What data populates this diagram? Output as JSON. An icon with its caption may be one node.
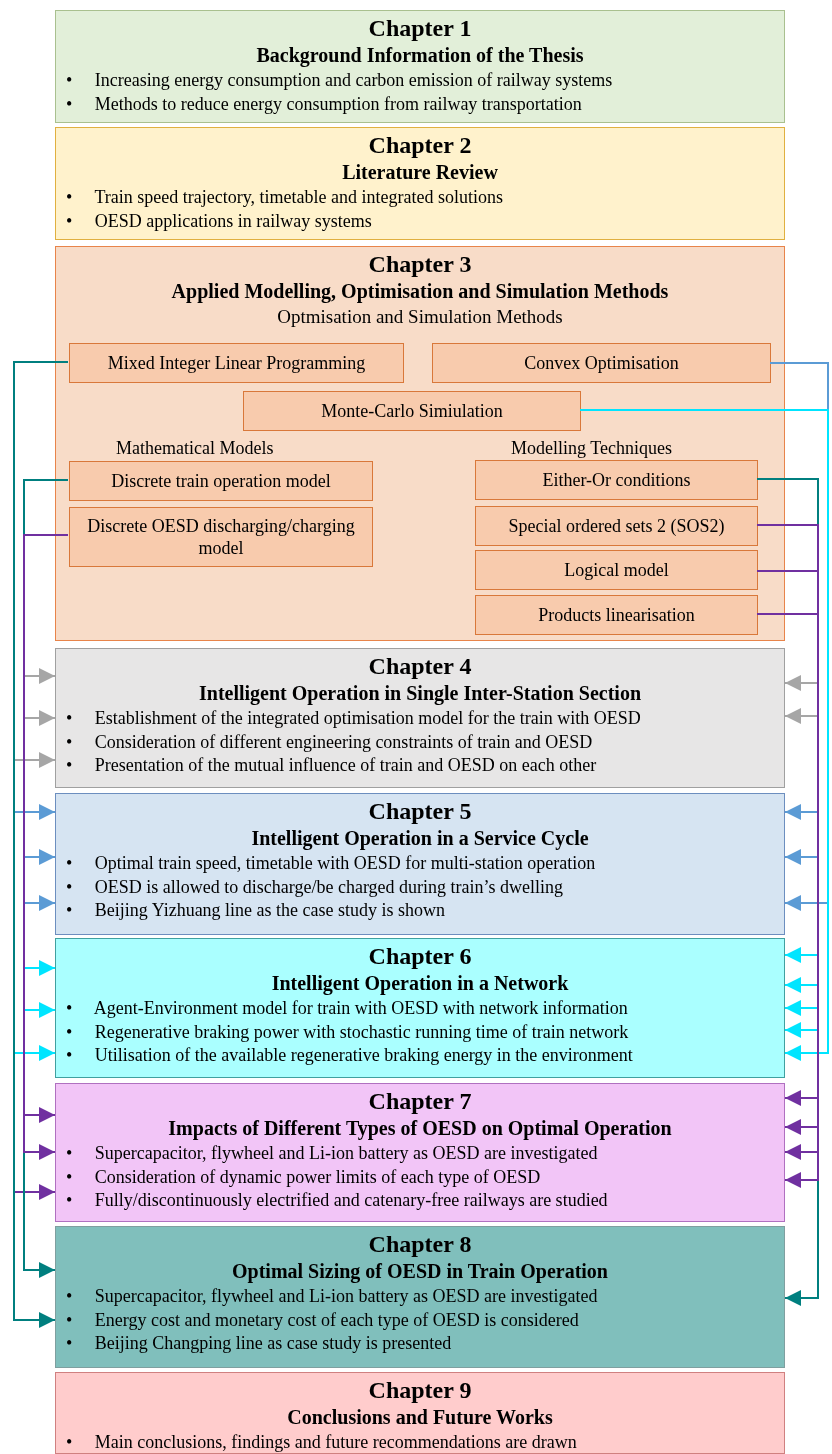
{
  "diagram": {
    "nodes": [
      {
        "text": [
          "Chapter 1",
          "Background Information of the Thesis",
          "•     Increasing energy consumption and carbon emission of railway systems",
          "•     Methods to reduce energy consumption from railway transportation"
        ]
      },
      {
        "text": [
          "Chapter 2",
          "Literature Review",
          "•     Train speed trajectory, timetable and integrated solutions",
          "•     OESD applications in railway systems"
        ]
      },
      {
        "text": [
          "Chapter 3",
          "Applied Modelling, Optimisation and Simulation Methods",
          "Optmisation and Simulation Methods",
          "Mathematical Models",
          "Modelling Techniques"
        ]
      },
      {
        "text": [
          "Mixed Integer Linear Programming"
        ],
        "in": 2
      },
      {
        "text": [
          "Convex Optimisation"
        ],
        "in": 2
      },
      {
        "text": [
          "Monte-Carlo Simiulation"
        ],
        "in": 2
      },
      {
        "text": [
          "Discrete train operation model"
        ],
        "in": 2
      },
      {
        "text": [
          "Either-Or conditions"
        ],
        "in": 2
      },
      {
        "text": [
          "Discrete OESD discharging/charging model"
        ],
        "in": 2
      },
      {
        "text": [
          "Special ordered sets 2 (SOS2)"
        ],
        "in": 2
      },
      {
        "text": [
          "Logical model"
        ],
        "in": 2
      },
      {
        "text": [
          "Products linearisation"
        ],
        "in": 2
      },
      {
        "text": [
          "Chapter 4",
          "Intelligent Operation in Single Inter-Station Section",
          "•     Establishment of the integrated optimisation model for the train with OESD",
          "•     Consideration of different engineering constraints of train and OESD",
          "•     Presentation of the mutual influence of train and OESD on each other"
        ]
      },
      {
        "text": [
          "Chapter 5",
          "Intelligent Operation in a Service Cycle",
          "•     Optimal train speed, timetable with OESD for multi-station operation",
          "•     OESD is allowed to discharge/be charged during train’s dwelling",
          "•     Beijing Yizhuang line as the case study is shown"
        ]
      },
      {
        "text": [
          "Chapter 6",
          "Intelligent Operation in a Network",
          "•     Agent-Environment model for train with OESD with network information",
          "•     Regenerative braking power with stochastic running time of train network",
          "•     Utilisation of the available regenerative braking energy in the environment"
        ]
      },
      {
        "text": [
          "Chapter 7",
          "Impacts of Different Types of OESD on Optimal Operation",
          "•     Supercapacitor, flywheel and Li-ion battery as OESD are investigated",
          "•     Consideration of dynamic power limits of each type of OESD",
          "•     Fully/discontinuously electrified and catenary-free railways are studied"
        ]
      },
      {
        "text": [
          "Chapter 8",
          "Optimal Sizing of OESD in Train Operation",
          "•     Supercapacitor, flywheel and Li-ion battery as OESD are investigated",
          "•     Energy cost and monetary cost of each type of OESD is considered",
          "•     Beijing Changping line as case study is presented"
        ]
      },
      {
        "text": [
          "Chapter 9",
          "Conclusions and Future Works",
          "•     Main conclusions, findings and future recommendations are drawn"
        ]
      }
    ],
    "edges": [
      {
        "from": 3,
        "to": 12,
        "arrow": "to",
        "color": "#a6a6a6"
      },
      {
        "from": 3,
        "to": 13,
        "arrow": "to",
        "color": "#5b9bd5"
      },
      {
        "from": 3,
        "to": 14,
        "arrow": "to",
        "color": "#00e5ff"
      },
      {
        "from": 3,
        "to": 15,
        "arrow": "to",
        "color": "#7030a0"
      },
      {
        "from": 3,
        "to": 16,
        "arrow": "to",
        "color": "#007f7f"
      },
      {
        "from": 6,
        "to": 12,
        "arrow": "to",
        "color": "#a6a6a6"
      },
      {
        "from": 6,
        "to": 13,
        "arrow": "to",
        "color": "#5b9bd5"
      },
      {
        "from": 6,
        "to": 14,
        "arrow": "to",
        "color": "#00e5ff"
      },
      {
        "from": 6,
        "to": 15,
        "arrow": "to",
        "color": "#7030a0"
      },
      {
        "from": 6,
        "to": 16,
        "arrow": "to",
        "color": "#007f7f"
      },
      {
        "from": 8,
        "to": 12,
        "arrow": "to",
        "color": "#a6a6a6"
      },
      {
        "from": 8,
        "to": 13,
        "arrow": "to",
        "color": "#5b9bd5"
      },
      {
        "from": 8,
        "to": 14,
        "arrow": "to",
        "color": "#00e5ff"
      },
      {
        "from": 8,
        "to": 15,
        "arrow": "to",
        "color": "#7030a0"
      },
      {
        "from": 4,
        "to": 13,
        "arrow": "to",
        "color": "#5b9bd5"
      },
      {
        "from": 5,
        "to": 14,
        "arrow": "to",
        "color": "#00e5ff"
      },
      {
        "from": 7,
        "to": 12,
        "arrow": "to",
        "color": "#a6a6a6"
      },
      {
        "from": 7,
        "to": 13,
        "arrow": "to",
        "color": "#5b9bd5"
      },
      {
        "from": 7,
        "to": 14,
        "arrow": "to",
        "color": "#00e5ff"
      },
      {
        "from": 7,
        "to": 15,
        "arrow": "to",
        "color": "#7030a0"
      },
      {
        "from": 7,
        "to": 16,
        "arrow": "to",
        "color": "#007f7f"
      },
      {
        "from": 9,
        "to": 14,
        "arrow": "to",
        "color": "#00e5ff"
      },
      {
        "from": 9,
        "to": 15,
        "arrow": "to",
        "color": "#7030a0"
      },
      {
        "from": 10,
        "to": 12,
        "arrow": "to",
        "color": "#a6a6a6"
      },
      {
        "from": 10,
        "to": 13,
        "arrow": "to",
        "color": "#5b9bd5"
      },
      {
        "from": 10,
        "to": 14,
        "arrow": "to",
        "color": "#00e5ff"
      },
      {
        "from": 10,
        "to": 15,
        "arrow": "to",
        "color": "#7030a0"
      },
      {
        "from": 11,
        "to": 14,
        "arrow": "to",
        "color": "#00e5ff"
      },
      {
        "from": 11,
        "to": 15,
        "arrow": "to",
        "color": "#7030a0"
      }
    ]
  }
}
